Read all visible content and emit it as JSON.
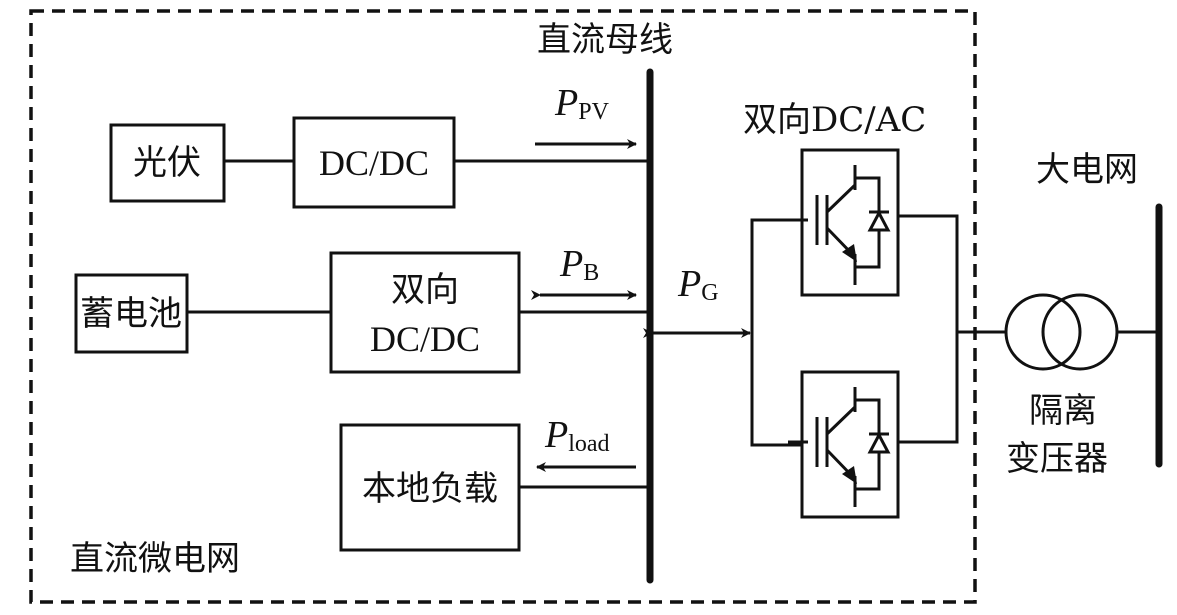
{
  "diagram": {
    "region_label": "直流微电网",
    "dc_bus_label": "直流母线",
    "blocks": {
      "pv": "光伏",
      "pv_converter": "DC/DC",
      "battery": "蓄电池",
      "battery_converter_line1": "双向",
      "battery_converter_line2": "DC/DC",
      "load": "本地负载",
      "inverter_title": "双向DC/AC",
      "grid": "大电网",
      "transformer_line1": "隔离",
      "transformer_line2": "变压器"
    },
    "power_flows": {
      "pv": {
        "symbol": "P",
        "subscript": "PV",
        "direction": "to-bus"
      },
      "battery": {
        "symbol": "P",
        "subscript": "B",
        "direction": "bidirectional"
      },
      "grid": {
        "symbol": "P",
        "subscript": "G",
        "direction": "bidirectional"
      },
      "load": {
        "symbol": "P",
        "subscript": "load",
        "direction": "from-bus"
      }
    }
  }
}
